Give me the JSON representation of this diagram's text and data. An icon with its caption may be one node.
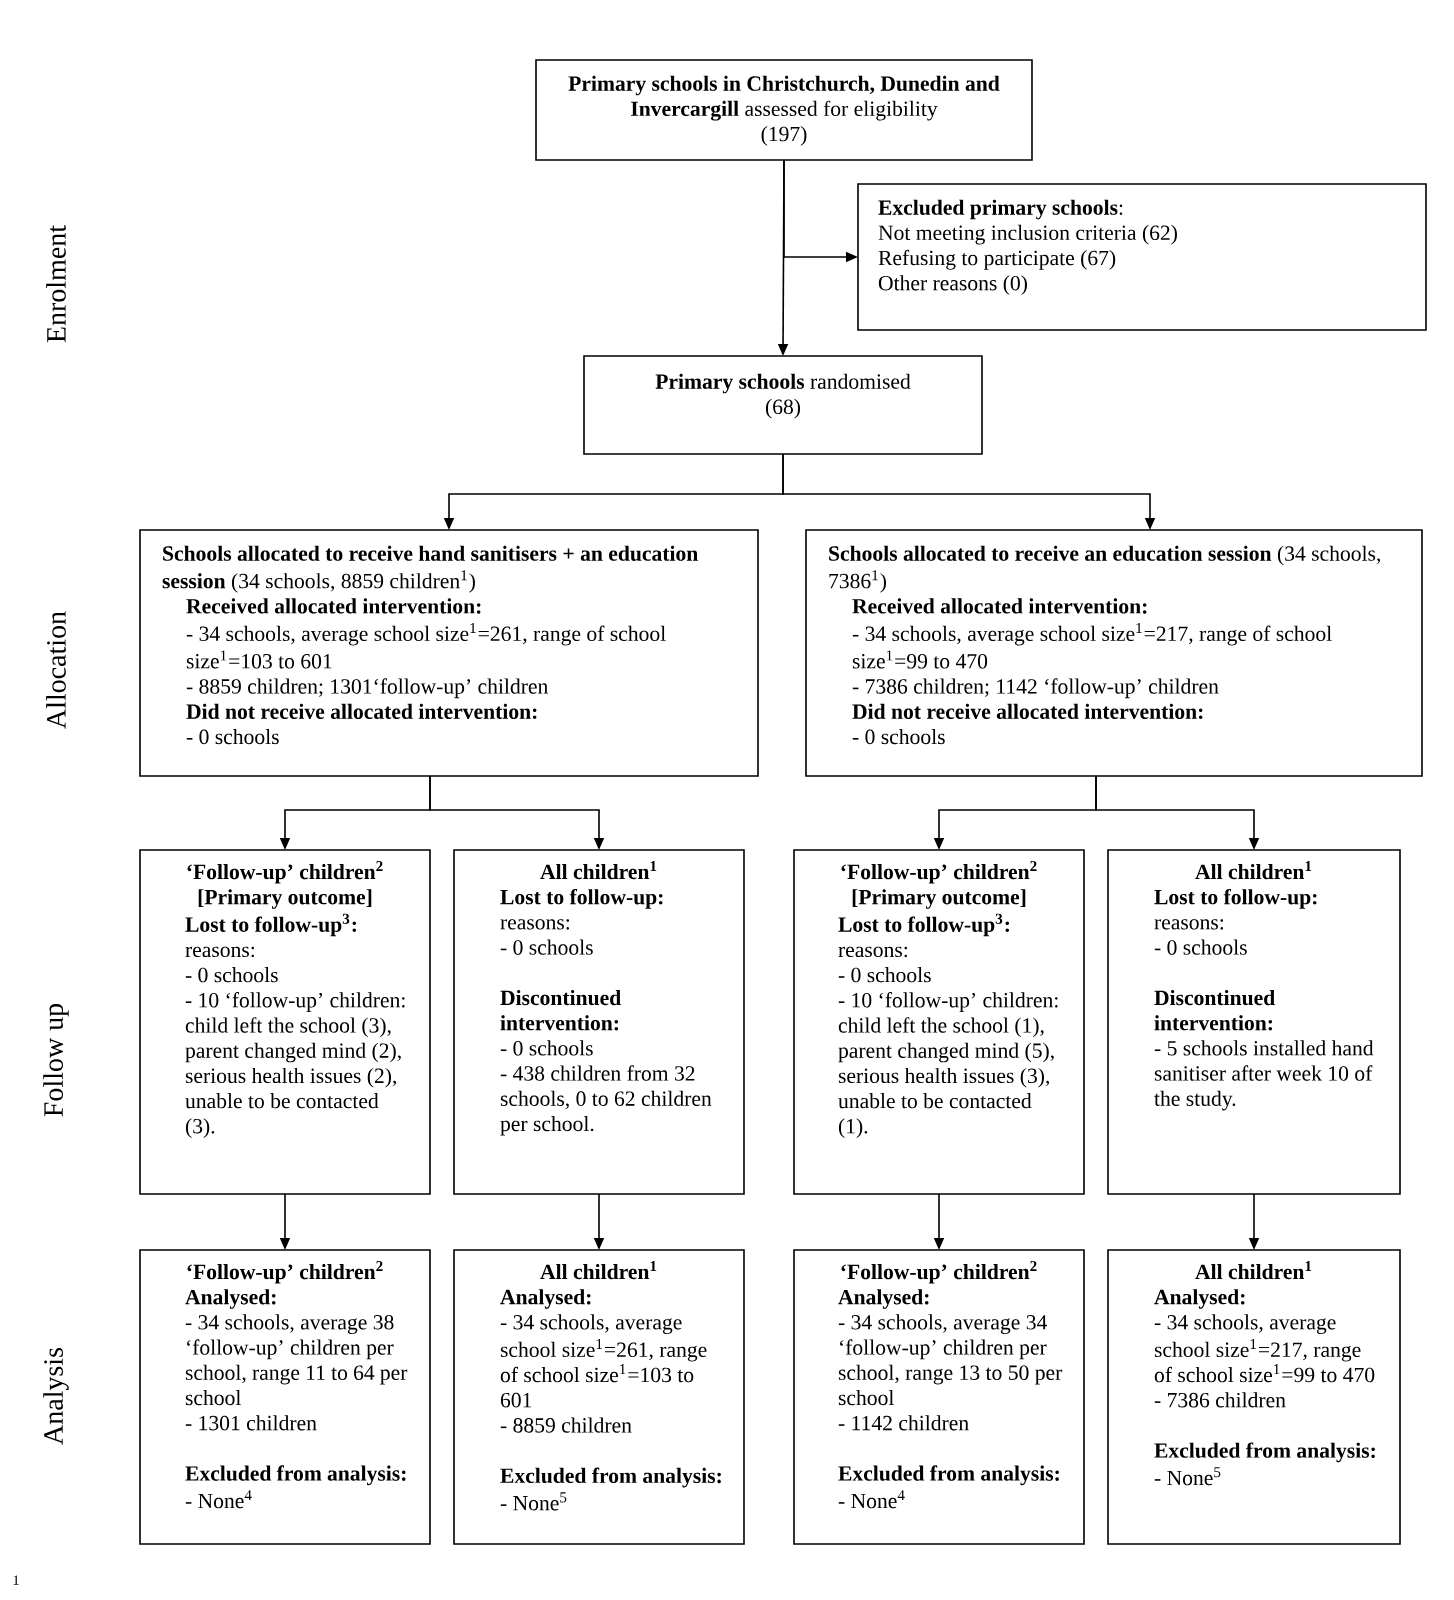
{
  "diagram": {
    "nodes": [
      {
        "text": [
          "**Primary schools in Christchurch, Dunedin and Invercargill** assessed for eligibility",
          "(197)"
        ]
      },
      {
        "text": [
          "**Excluded primary schools**:",
          "Not meeting inclusion criteria (62)",
          "Refusing to participate (67)",
          "Other reasons (0)"
        ]
      },
      {
        "text": [
          "**Primary schools** randomised",
          "(68)"
        ]
      },
      {
        "text": [
          "**Schools allocated to receive hand sanitisers + an education session** (34 schools, 8859 children$^{1}$)",
          "Received allocated intervention:",
          "- 34 schools, average school size$^{1}$=261, range of school size$^{1}$=103 to 601",
          "- 8859 children; 1301‘follow-up’ children",
          "Did not receive allocated intervention:",
          "- 0 schools"
        ]
      },
      {
        "text": [
          "**Schools allocated to receive an education session** (34 schools, 7386$^{1}$)",
          "Received allocated intervention:",
          "- 34 schools, average school size$^{1}$=217, range of school size$^{1}$=99 to 470",
          "- 7386 children; 1142 ‘follow-up’ children",
          "Did not receive allocated intervention:",
          "- 0 schools"
        ]
      },
      {
        "text": [
          "‘Follow-up’ children$^{2}$",
          "[Primary outcome]",
          "Lost to follow-up$^{3}$:",
          "reasons:",
          "- 0 schools",
          "- 10 ‘follow-up’ children: child left the school (3), parent changed mind (2), serious health issues (2), unable to be contacted (3)."
        ]
      },
      {
        "text": [
          "All children$^{1}$",
          "Lost to follow-up:",
          "reasons:",
          "- 0 schools",
          "Discontinued intervention:",
          "- 0 schools",
          "- 438 children from 32 schools, 0 to 62 children per school."
        ]
      },
      {
        "text": [
          "‘Follow-up’ children$^{2}$",
          "[Primary outcome]",
          "Lost to follow-up$^{3}$:",
          "reasons:",
          "- 0 schools",
          "- 10 ‘follow-up’ children: child left the school (1), parent changed mind (5), serious health issues (3), unable to be contacted (1)."
        ]
      },
      {
        "text": [
          "All children$^{1}$",
          "Lost to follow-up:",
          "reasons:",
          "- 0 schools",
          "Discontinued intervention:",
          "- 5 schools installed hand sanitiser after week 10 of the study."
        ]
      },
      {
        "text": [
          "‘Follow-up’ children$^{2}$",
          "Analysed:",
          "- 34 schools, average 38 ‘follow-up’ children per school, range 11 to 64 per school",
          "- 1301 children",
          "Excluded from analysis:",
          "- None$^{4}$"
        ]
      },
      {
        "text": [
          "All children$^{1}$",
          "Analysed:",
          "- 34 schools, average school size$^{1}$=261, range of school size$^{1}$=103 to 601",
          "- 8859 children",
          "Excluded from analysis:",
          "- None$^{5}$"
        ]
      },
      {
        "text": [
          "‘Follow-up’ children$^{2}$",
          "Analysed:",
          "- 34 schools, average 34 ‘follow-up’ children per school, range 13 to 50 per school",
          "- 1142 children",
          "Excluded from analysis:",
          "- None$^{4}$"
        ]
      },
      {
        "text": [
          "All children$^{1}$",
          "Analysed:",
          "- 34 schools, average school size$^{1}$=217, range of school size$^{1}$=99 to 470",
          "- 7386 children",
          "Excluded from analysis:",
          "- None$^{5}$"
        ]
      }
    ],
    "edges": [
      {
        "from": 0,
        "to": 2,
        "arrow": "to"
      },
      {
        "from": 0,
        "to": 1,
        "arrow": "to"
      },
      {
        "from": 2,
        "to": 3,
        "arrow": "to"
      },
      {
        "from": 2,
        "to": 4,
        "arrow": "to"
      },
      {
        "from": 3,
        "to": 5,
        "arrow": "to"
      },
      {
        "from": 3,
        "to": 6,
        "arrow": "to"
      },
      {
        "from": 4,
        "to": 7,
        "arrow": "to"
      },
      {
        "from": 4,
        "to": 8,
        "arrow": "to"
      },
      {
        "from": 5,
        "to": 9,
        "arrow": "to"
      },
      {
        "from": 6,
        "to": 10,
        "arrow": "to"
      },
      {
        "from": 7,
        "to": 11,
        "arrow": "to"
      },
      {
        "from": 8,
        "to": 12,
        "arrow": "to"
      }
    ],
    "labels": [
      "Enrolment",
      "Allocation",
      "Follow up",
      "Analysis",
      "1"
    ]
  }
}
